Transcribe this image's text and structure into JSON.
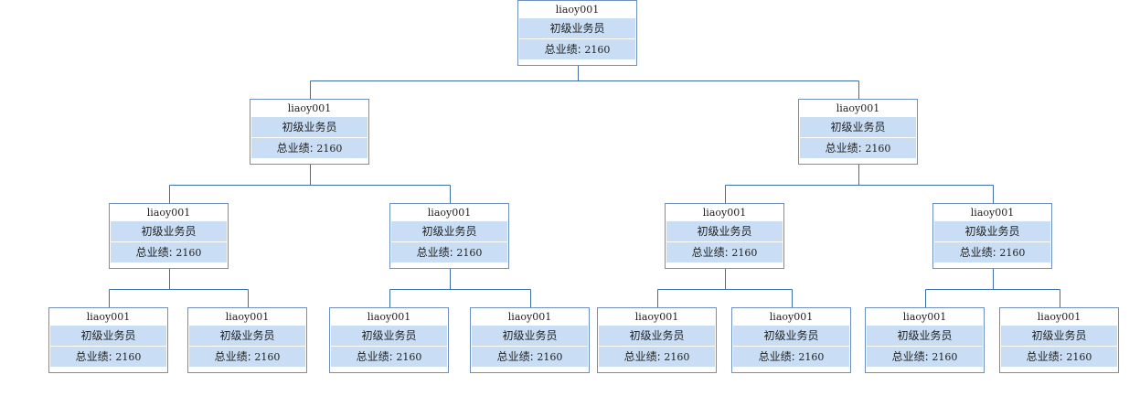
{
  "colors": {
    "line": "#3f6fa8",
    "node_border": "#6f8fbf",
    "row_fill": "#c9def5"
  },
  "org_tree": {
    "nodes": [
      {
        "id": "n0",
        "parent": null,
        "name": "liaoy001",
        "title": "初级业务员",
        "perf_label": "总业绩:",
        "perf_value": "2160"
      },
      {
        "id": "n1",
        "parent": "n0",
        "name": "liaoy001",
        "title": "初级业务员",
        "perf_label": "总业绩:",
        "perf_value": "2160"
      },
      {
        "id": "n2",
        "parent": "n0",
        "name": "liaoy001",
        "title": "初级业务员",
        "perf_label": "总业绩:",
        "perf_value": "2160"
      },
      {
        "id": "n3",
        "parent": "n1",
        "name": "liaoy001",
        "title": "初级业务员",
        "perf_label": "总业绩:",
        "perf_value": "2160"
      },
      {
        "id": "n4",
        "parent": "n1",
        "name": "liaoy001",
        "title": "初级业务员",
        "perf_label": "总业绩:",
        "perf_value": "2160"
      },
      {
        "id": "n5",
        "parent": "n2",
        "name": "liaoy001",
        "title": "初级业务员",
        "perf_label": "总业绩:",
        "perf_value": "2160"
      },
      {
        "id": "n6",
        "parent": "n2",
        "name": "liaoy001",
        "title": "初级业务员",
        "perf_label": "总业绩:",
        "perf_value": "2160"
      },
      {
        "id": "n7",
        "parent": "n3",
        "name": "liaoy001",
        "title": "初级业务员",
        "perf_label": "总业绩:",
        "perf_value": "2160"
      },
      {
        "id": "n8",
        "parent": "n3",
        "name": "liaoy001",
        "title": "初级业务员",
        "perf_label": "总业绩:",
        "perf_value": "2160"
      },
      {
        "id": "n9",
        "parent": "n4",
        "name": "liaoy001",
        "title": "初级业务员",
        "perf_label": "总业绩:",
        "perf_value": "2160"
      },
      {
        "id": "n10",
        "parent": "n4",
        "name": "liaoy001",
        "title": "初级业务员",
        "perf_label": "总业绩:",
        "perf_value": "2160"
      },
      {
        "id": "n11",
        "parent": "n5",
        "name": "liaoy001",
        "title": "初级业务员",
        "perf_label": "总业绩:",
        "perf_value": "2160"
      },
      {
        "id": "n12",
        "parent": "n5",
        "name": "liaoy001",
        "title": "初级业务员",
        "perf_label": "总业绩:",
        "perf_value": "2160"
      },
      {
        "id": "n13",
        "parent": "n6",
        "name": "liaoy001",
        "title": "初级业务员",
        "perf_label": "总业绩:",
        "perf_value": "2160"
      },
      {
        "id": "n14",
        "parent": "n6",
        "name": "liaoy001",
        "title": "初级业务员",
        "perf_label": "总业绩:",
        "perf_value": "2160"
      }
    ]
  }
}
